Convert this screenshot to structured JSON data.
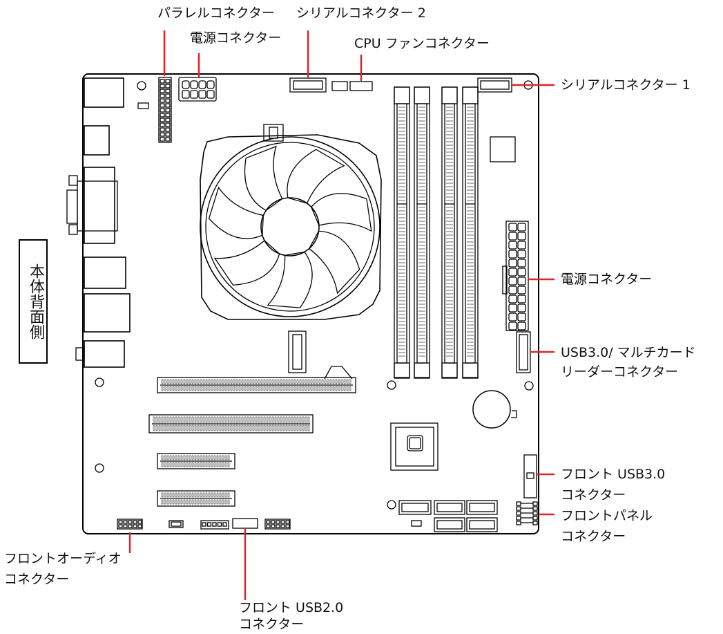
{
  "labels": {
    "parallel": "パラレルコネクター",
    "serial2": "シリアルコネクター 2",
    "power_top": "電源コネクター",
    "cpu_fan": "CPU ファンコネクター",
    "serial1": "シリアルコネクター 1",
    "power_right": "電源コネクター",
    "usb30_card_line1": "USB3.0/ マルチカード",
    "usb30_card_line2": "リーダーコネクター",
    "front_usb30_line1": "フロント USB3.0",
    "front_usb30_line2": "コネクター",
    "front_panel_line1": "フロントパネル",
    "front_panel_line2": "コネクター",
    "front_audio_line1": "フロントオーディオ",
    "front_audio_line2": "コネクター",
    "front_usb20_line1": "フロント USB2.0",
    "front_usb20_line2": "コネクター",
    "rear_side": "本体背面側"
  },
  "colors": {
    "leader": "#e0232b",
    "outline": "#000000",
    "fill": "#ffffff"
  }
}
